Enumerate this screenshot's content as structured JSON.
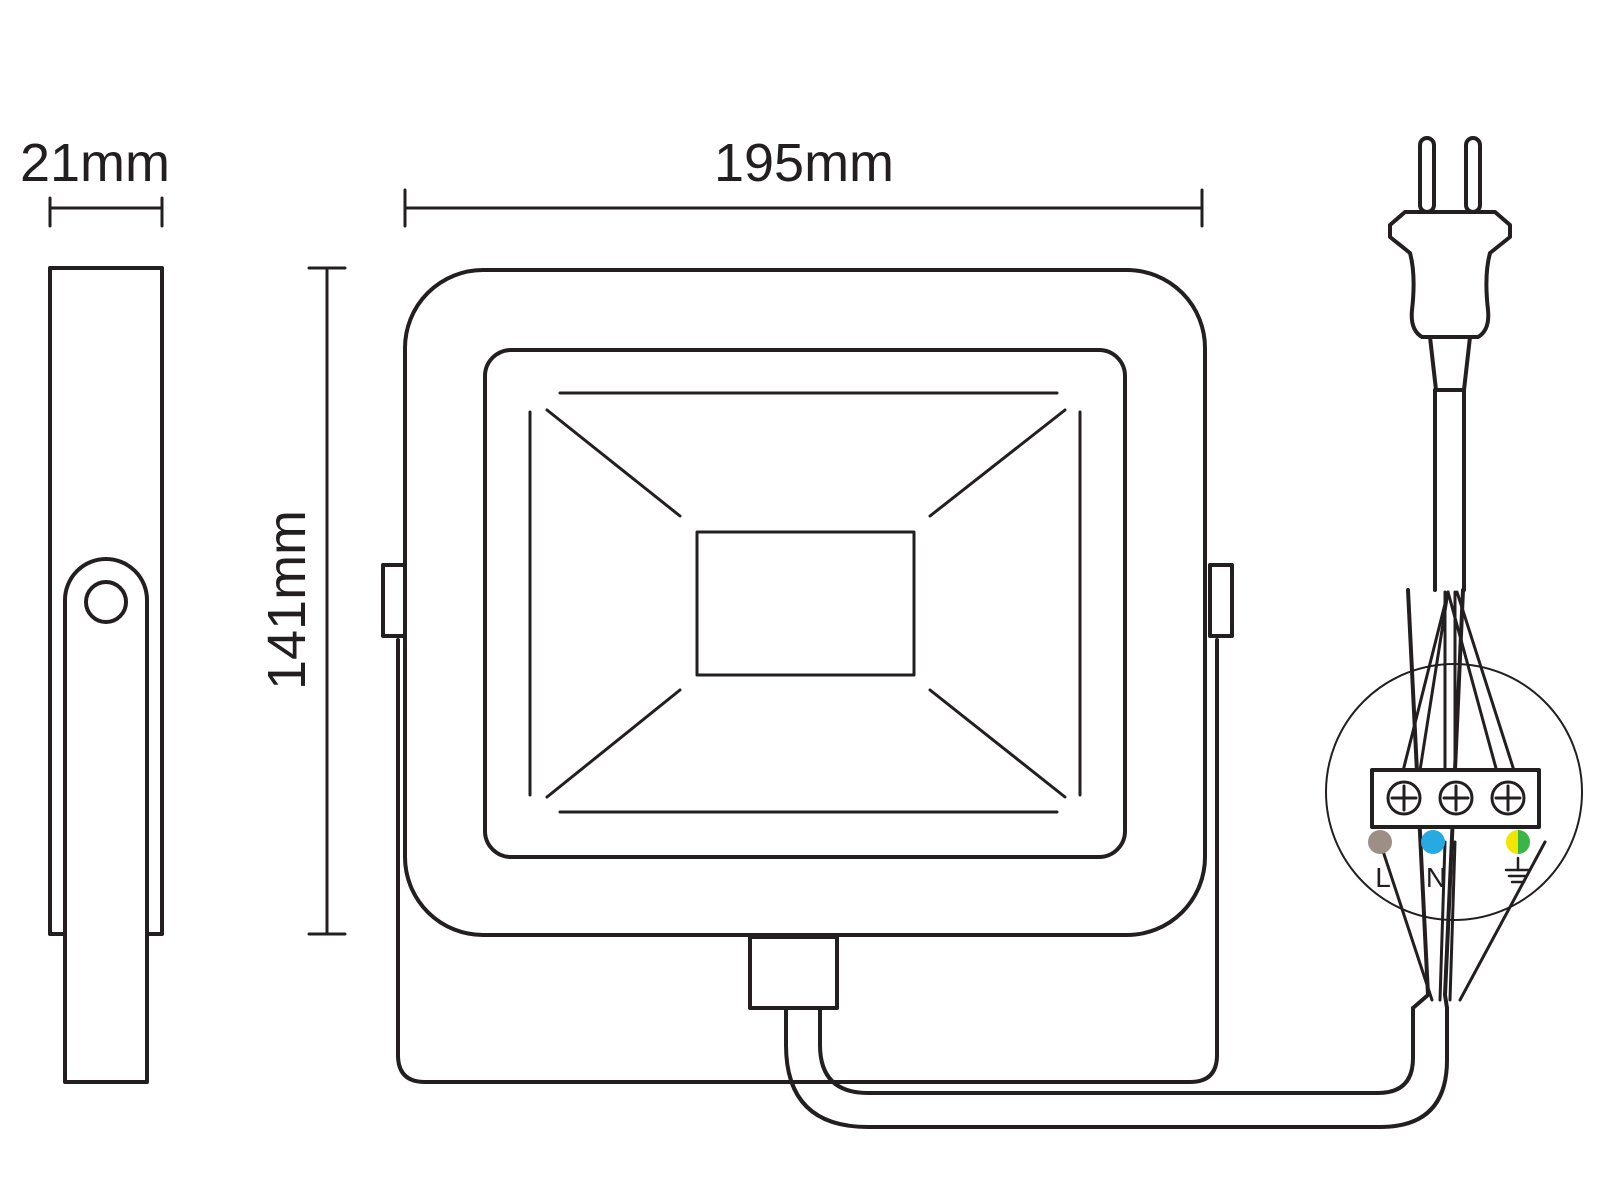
{
  "dimensions": {
    "depth": "21mm",
    "width": "195mm",
    "height": "141mm"
  },
  "wiring": {
    "live_label": "L",
    "neutral_label": "N",
    "earth_symbol": "earth-ground-icon"
  },
  "colors": {
    "line": "#231f20",
    "live_wire": "#9d8f86",
    "neutral_wire": "#27a9e1",
    "earth_wire_yellow": "#f2e500",
    "earth_wire_green": "#39b54a"
  }
}
